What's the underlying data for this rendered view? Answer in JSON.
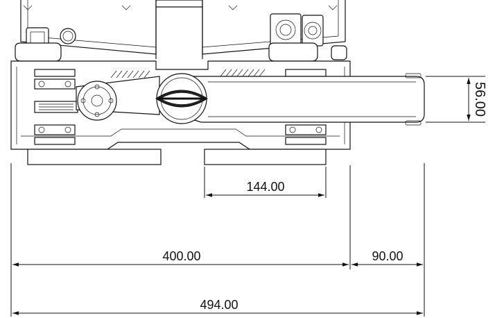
{
  "dimensions": {
    "slot_width": "144.00",
    "body_width": "400.00",
    "arm_extension": "90.00",
    "overall_width": "494.00",
    "arm_height": "56.00"
  }
}
